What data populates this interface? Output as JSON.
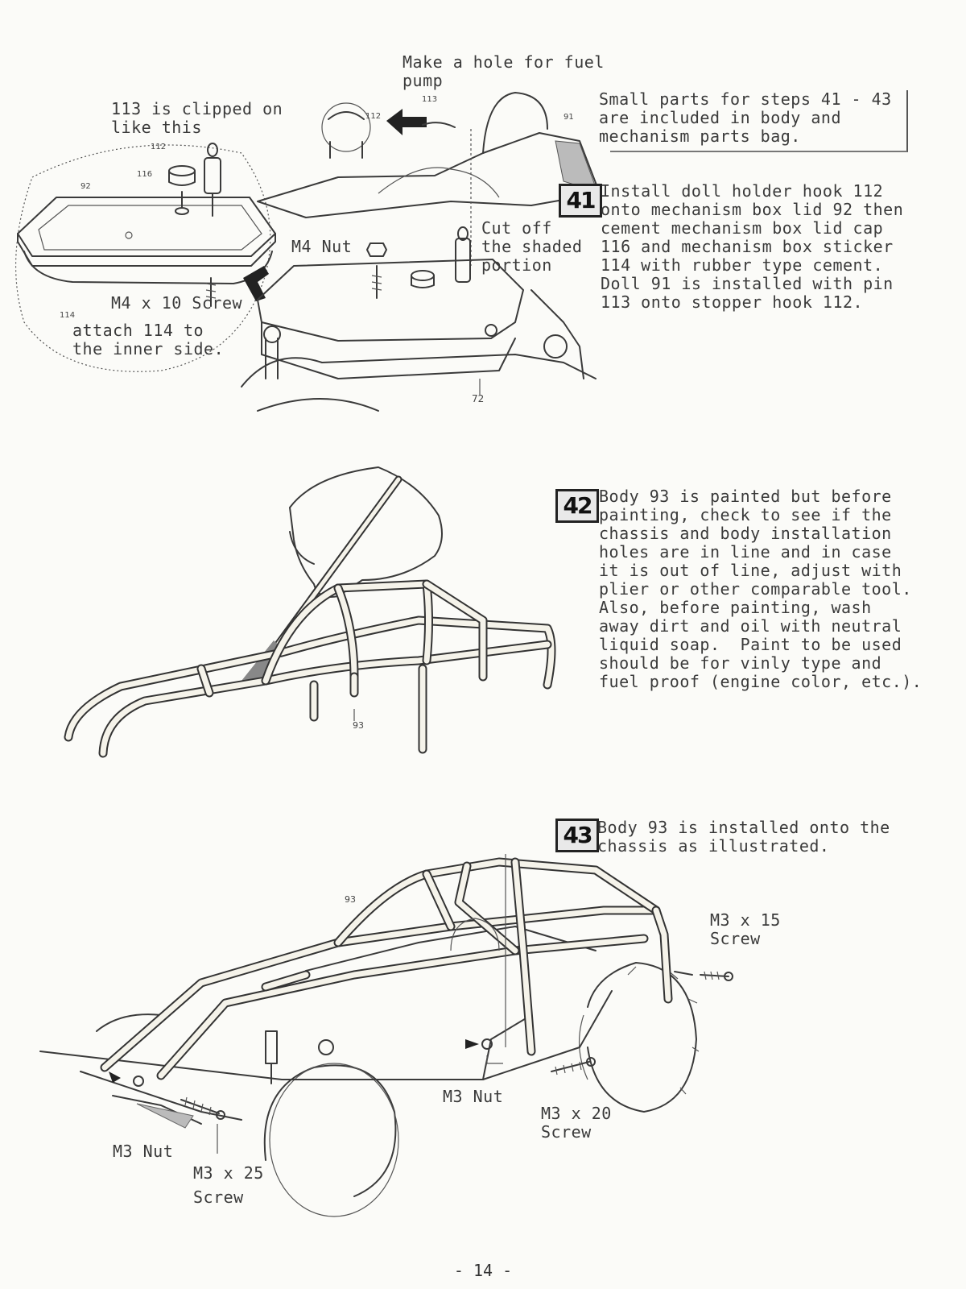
{
  "step41": {
    "fuel_hole_label": "Make a hole for fuel\npump",
    "clip_label": "113 is clipped on\nlike this",
    "small_parts_note": "Small parts for steps 41 - 43\nare included in body and\nmechanism parts bag.",
    "number": "41",
    "text": "Install doll holder hook 112\nonto mechanism box lid 92 then\ncement mechanism box lid cap\n116 and mechanism box sticker\n114 with rubber type cement.\nDoll 91 is installed with pin\n113 onto stopper hook 112.",
    "cut_off_label": "Cut off\nthe shaded\nportion",
    "m4_nut_label": "M4 Nut",
    "m4_screw_label": "M4 x 10 Screw",
    "attach_label": "attach 114 to\nthe inner side.",
    "part_numbers": [
      "113",
      "112",
      "91",
      "116",
      "92",
      "114",
      "72"
    ]
  },
  "step42": {
    "number": "42",
    "text": "Body 93 is painted but before\npainting, check to see if the\nchassis and body installation\nholes are in line and in case\nit is out of line, adjust with\nplier or other comparable tool.\nAlso, before painting, wash\naway dirt and oil with neutral\nliquid soap.  Paint to be used\nshould be for vinly type and\nfuel proof (engine color, etc.).",
    "part_number": "93"
  },
  "step43": {
    "number": "43",
    "text": "Body 93 is installed onto the\nchassis as illustrated.",
    "part_number": "93",
    "m3_15_label": "M3 x 15\nScrew",
    "m3_nut_center_label": "M3 Nut",
    "m3_20_label": "M3 x 20\nScrew",
    "m3_nut_left_label": "M3 Nut",
    "m3_25_label": "M3 x 25\nScrew"
  },
  "page_number": "-  14  -"
}
